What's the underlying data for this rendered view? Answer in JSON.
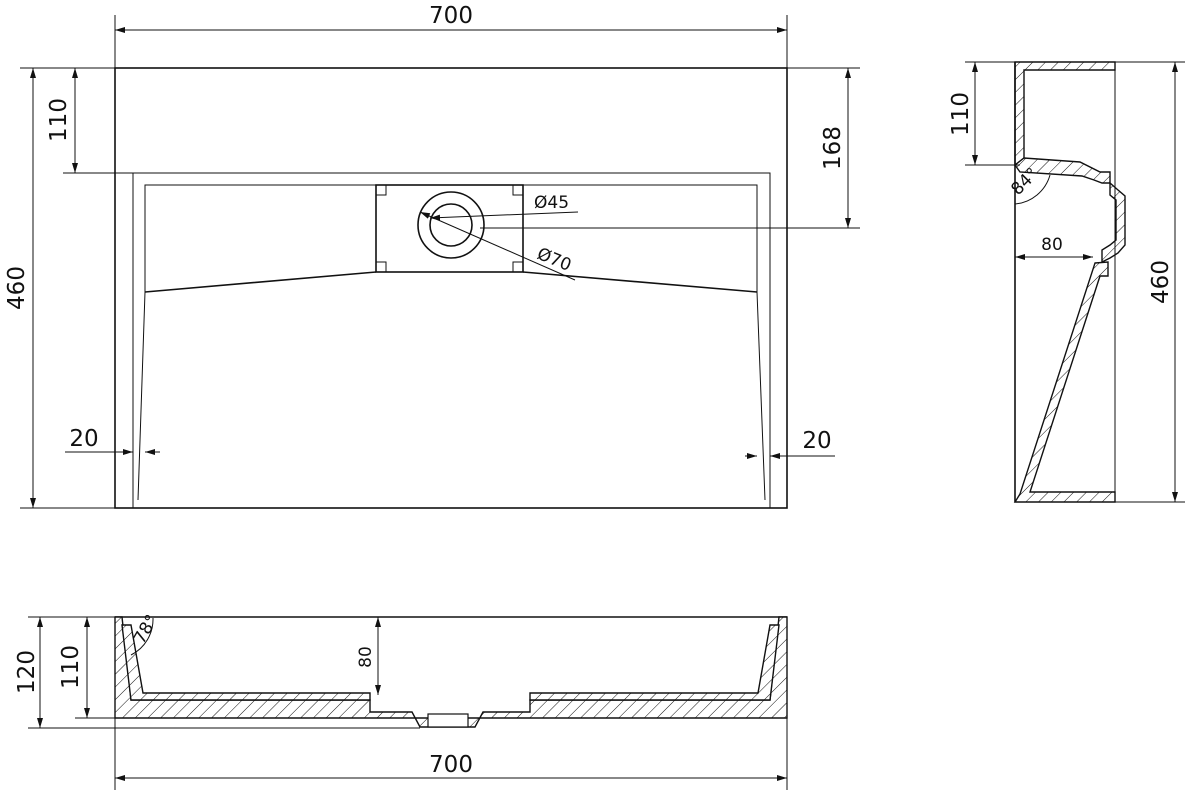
{
  "top_view": {
    "width_label": "700",
    "height_label": "460",
    "rim_depth_label": "110",
    "drain_offset_label": "168",
    "left_wall_label": "20",
    "right_wall_label": "20",
    "drain_inner_label": "Ø45",
    "drain_outer_label": "Ø70"
  },
  "side_view": {
    "rim_depth_label": "110",
    "height_label": "460",
    "depth_label": "80",
    "angle_label": "84°"
  },
  "front_section": {
    "total_height_label": "120",
    "rim_height_label": "110",
    "basin_depth_label": "80",
    "angle_label": "78°",
    "width_label": "700"
  }
}
